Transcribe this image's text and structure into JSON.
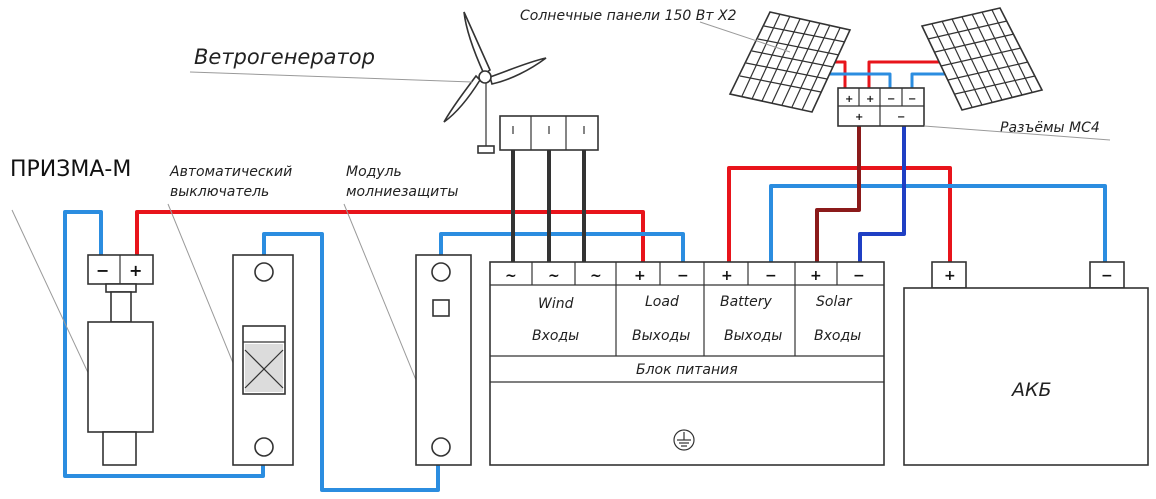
{
  "labels": {
    "solar_panels": "Солнечные панели 150 Вт Х2",
    "wind_generator": "Ветрогенератор",
    "device": "ПРИЗМА-М",
    "breaker_line1": "Автоматический",
    "breaker_line2": "выключатель",
    "lightning_line1": "Модуль",
    "lightning_line2": "молниезащиты",
    "connectors": "Разъёмы МС4",
    "power_unit": "Блок питания",
    "battery": "АКБ"
  },
  "controller": {
    "wind_title": "Wind",
    "wind_sub": "Входы",
    "load_title": "Load",
    "load_sub": "Выходы",
    "battery_title": "Battery",
    "battery_sub": "Выходы",
    "solar_title": "Solar",
    "solar_sub": "Входы"
  },
  "symbols": {
    "plus": "+",
    "minus": "−",
    "tilde": "~"
  },
  "colors": {
    "positive_wire": "#e8141b",
    "negative_wire": "#2b8de0",
    "solar_positive_wire": "#8b1a1a",
    "solar_negative_wire": "#1f3fc4",
    "ac_wire": "#333333"
  }
}
